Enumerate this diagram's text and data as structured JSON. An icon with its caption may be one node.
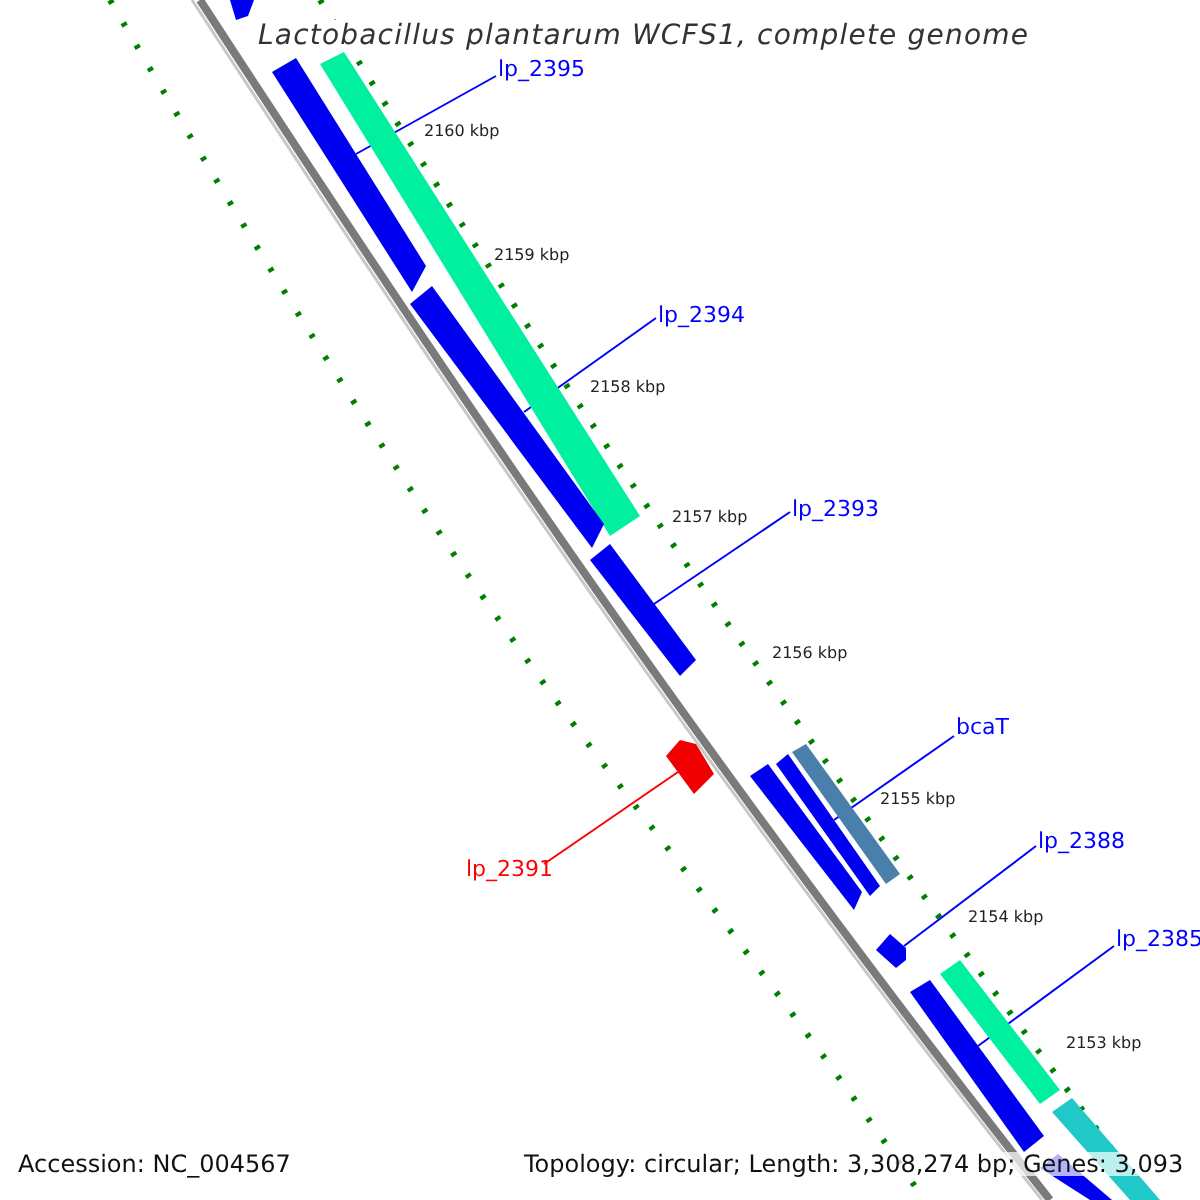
{
  "diagram": {
    "title": "Lactobacillus plantarum WCFS1, complete genome",
    "nodes": [
      {
        "text": [
          "lp_2395"
        ]
      },
      {
        "text": [
          "lp_2394"
        ]
      },
      {
        "text": [
          "lp_2393"
        ]
      },
      {
        "text": [
          "bcaT"
        ]
      },
      {
        "text": [
          "lp_2391"
        ]
      },
      {
        "text": [
          "lp_2388"
        ]
      },
      {
        "text": [
          "lp_2385"
        ]
      },
      {
        "text": [],
        "shape": "bar"
      },
      {
        "text": [],
        "shape": "bar"
      },
      {
        "text": [],
        "shape": "bar"
      },
      {
        "text": [],
        "shape": "bar"
      },
      {
        "text": [],
        "shape": "bar"
      },
      {
        "text": [],
        "shape": "bar"
      },
      {
        "text": [],
        "shape": "bar"
      },
      {
        "text": [],
        "shape": "bar"
      },
      {
        "text": [],
        "shape": "bar"
      },
      {
        "text": [],
        "shape": "bar"
      },
      {
        "text": [],
        "shape": "bar"
      },
      {
        "text": [],
        "shape": "bar"
      },
      {
        "text": [],
        "shape": "bar"
      },
      {
        "text": [],
        "shape": "bar"
      }
    ],
    "edges": [
      {
        "from": 0,
        "to": 8,
        "arrow": "none"
      },
      {
        "from": 1,
        "to": 10,
        "arrow": "none"
      },
      {
        "from": 2,
        "to": 11,
        "arrow": "none"
      },
      {
        "from": 3,
        "to": 14,
        "arrow": "none"
      },
      {
        "from": 4,
        "to": 12,
        "arrow": "none",
        "color": "#ff0000"
      },
      {
        "from": 5,
        "to": 16,
        "arrow": "none"
      },
      {
        "from": 6,
        "to": 17,
        "arrow": "none"
      }
    ],
    "labels": [
      "2160 kbp",
      "2159 kbp",
      "2158 kbp",
      "2157 kbp",
      "2156 kbp",
      "2155 kbp",
      "2154 kbp",
      "2153 kbp",
      "Accession: NC_004567",
      "Topology: circular; Length: 3,308,274 bp; Genes: 3,093"
    ]
  }
}
